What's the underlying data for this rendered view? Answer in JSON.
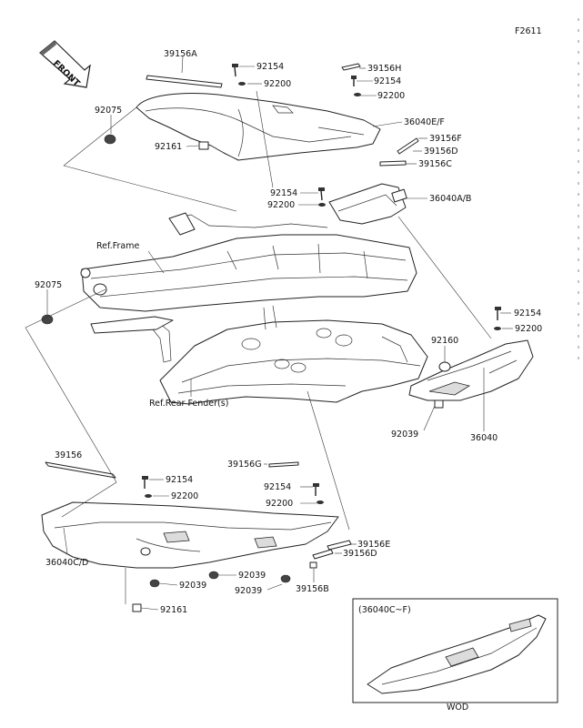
{
  "figure_code": "F2611",
  "front_arrow": {
    "text": "FRONT",
    "icon": "front-direction-arrow"
  },
  "labels": {
    "l39156A": "39156A",
    "l92154_a": "92154",
    "l39156H": "39156H",
    "l92154_b": "92154",
    "l92200_a": "92200",
    "l92200_b": "92200",
    "l92075_a": "92075",
    "l36040EF": "36040E/F",
    "l39156F": "39156F",
    "l92161_a": "92161",
    "l39156D_a": "39156D",
    "l39156C": "39156C",
    "l92154_c": "92154",
    "l92200_c": "92200",
    "l36040AB": "36040A/B",
    "lRefFrame": "Ref.Frame",
    "l92075_b": "92075",
    "l92154_d": "92154",
    "l92200_d": "92200",
    "l92160": "92160",
    "lRefRearFender": "Ref.Rear Fender(s)",
    "l92039_a": "92039",
    "l36040": "36040",
    "l39156": "39156",
    "l92154_e": "92154",
    "l39156G": "39156G",
    "l92200_e": "92200",
    "l92154_f": "92154",
    "l92200_f": "92200",
    "l36040CD": "36040C/D",
    "l39156E": "39156E",
    "l39156D_b": "39156D",
    "l92039_b": "92039",
    "l92039_c": "92039",
    "l92039_d": "92039",
    "l39156B": "39156B",
    "l92161_b": "92161"
  },
  "inset": {
    "title": "(36040C~F)",
    "caption": "WOD"
  }
}
